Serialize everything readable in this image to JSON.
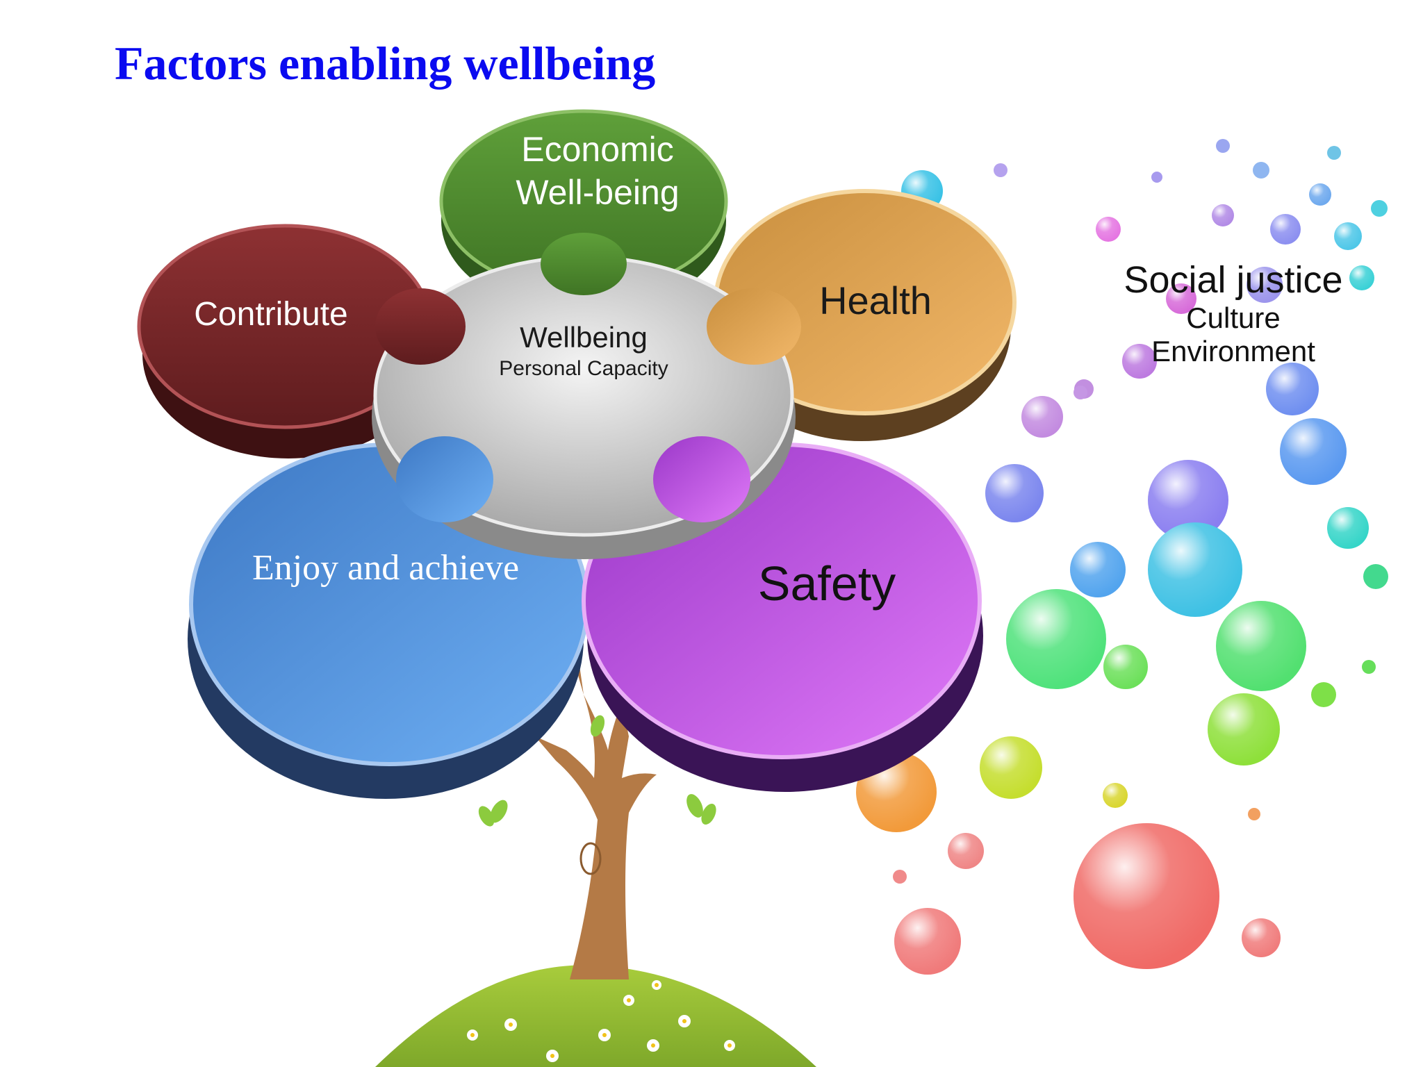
{
  "title": "Factors enabling wellbeing",
  "petals": {
    "economic": {
      "line1": "Economic",
      "line2": "Well-being",
      "color": "#4f8a2c"
    },
    "contribute": {
      "label": "Contribute",
      "color": "#7a2628"
    },
    "health": {
      "label": "Health",
      "color": "#dca14e"
    },
    "enjoy": {
      "label": "Enjoy and achieve",
      "color": "#4f8fd8"
    },
    "safety": {
      "label": "Safety",
      "color": "#b44cde"
    }
  },
  "center": {
    "main": "Wellbeing",
    "sub": "Personal Capacity",
    "color": "#cfcfcf"
  },
  "social": {
    "line1": "Social justice",
    "line2": "Culture",
    "line3": "Environment"
  }
}
